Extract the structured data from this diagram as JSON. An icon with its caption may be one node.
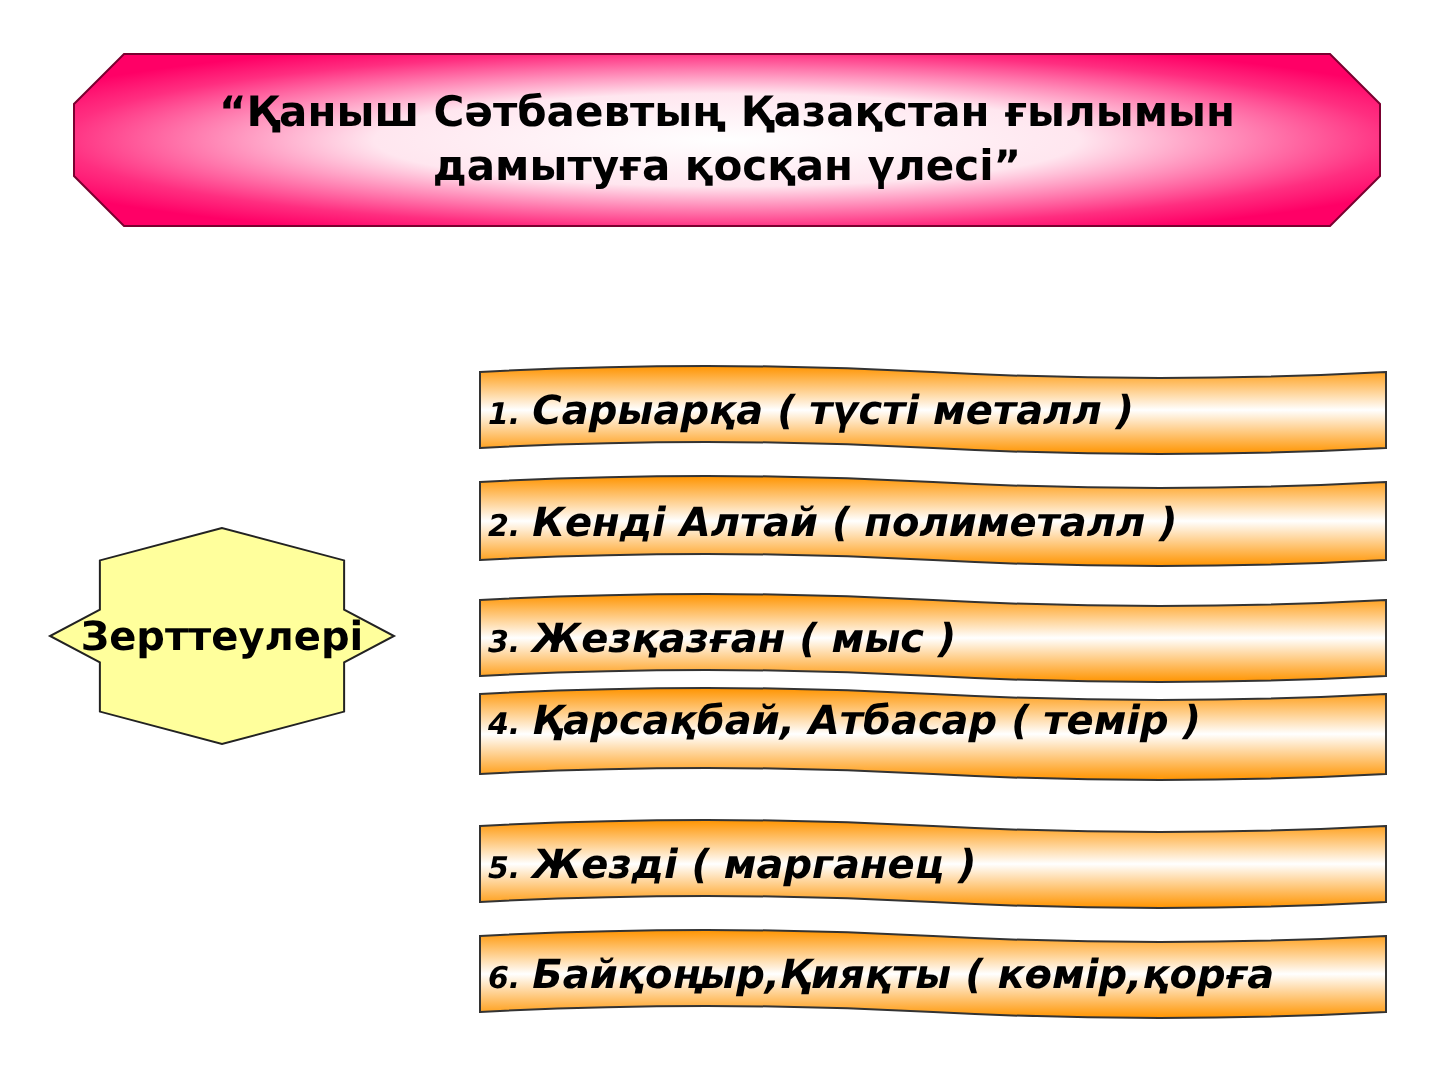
{
  "diagram": {
    "nodes": [
      {
        "text": [
          "“Қаныш Сәтбаевтың Қазақстан ғылымын дамытуға қосқан үлесі”"
        ]
      },
      {
        "text": [
          "Зерттеулері"
        ]
      },
      {
        "text": [
          "1.",
          "Сарыарқа ( түсті металл )"
        ]
      },
      {
        "text": [
          "2.",
          "Кенді Алтай ( полиметалл )"
        ]
      },
      {
        "text": [
          "3.",
          "Жезқазған ( мыс )"
        ]
      },
      {
        "text": [
          "4.",
          "Қарсақбай, Атбасар ( темір )"
        ]
      },
      {
        "text": [
          "5.",
          "Жезді ( марганец )"
        ]
      },
      {
        "text": [
          "6.",
          "Байқоңыр,Қияқты ( көмір,қорға"
        ]
      }
    ]
  }
}
